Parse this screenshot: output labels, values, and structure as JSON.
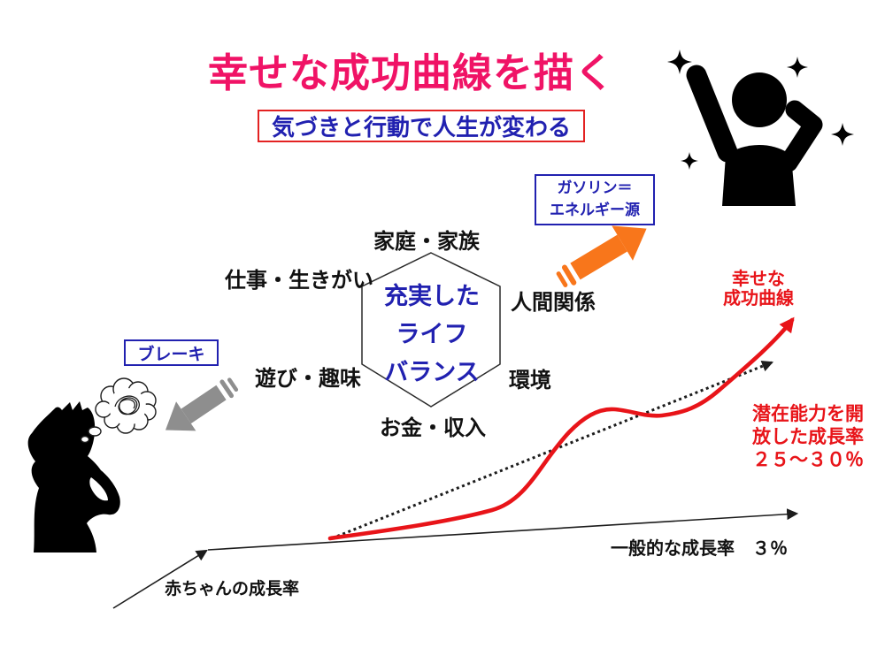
{
  "title": {
    "text": "幸せな成功曲線を描く"
  },
  "subtitle": {
    "text": "気づきと行動で人生が変わる"
  },
  "life_balance": {
    "center": {
      "line1": "充実した",
      "line2": "ライフ",
      "line3": "バランス"
    },
    "factors": {
      "family": "家庭・家族",
      "work": "仕事・生きがい",
      "relationships": "人間関係",
      "play": "遊び・趣味",
      "environment": "環境",
      "money": "お金・収入"
    }
  },
  "callouts": {
    "gasoline": {
      "line1": "ガソリン＝",
      "line2": "エネルギー源"
    },
    "brake": {
      "label": "ブレーキ"
    }
  },
  "growth_chart": {
    "happy_curve": {
      "line1": "幸せな",
      "line2": "成功曲線"
    },
    "potential": {
      "line1": "潜在能力を開",
      "line2": "放した成長率",
      "line3": "２５～３０％"
    },
    "general": {
      "label": "一般的な成長率　３％"
    },
    "baby": {
      "label": "赤ちゃんの成長率"
    }
  },
  "colors": {
    "title_pink": "#F01366",
    "text_blue": "#2121B0",
    "box_red": "#E32222",
    "chart_red": "#E81419",
    "arrow_orange": "#F8761B",
    "arrow_gray": "#8E8E8E",
    "ink": "#111111"
  }
}
